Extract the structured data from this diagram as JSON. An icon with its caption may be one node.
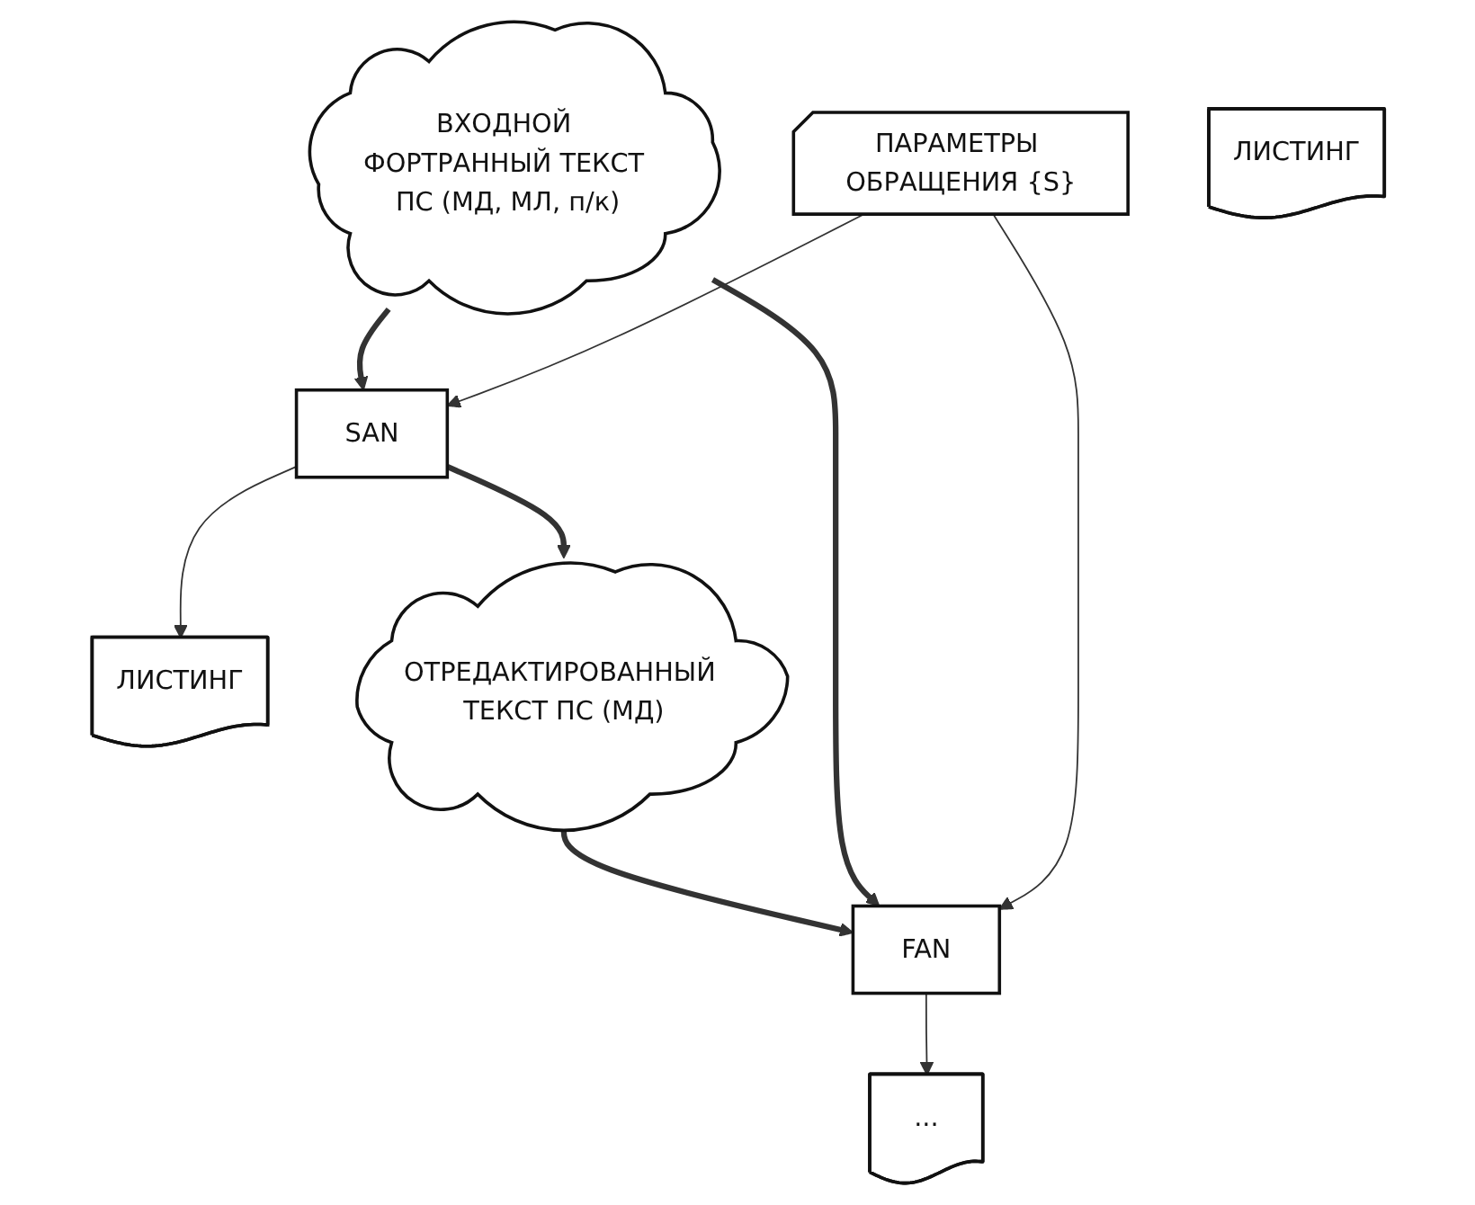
{
  "diagram": {
    "nodes": [
      {
        "text": [
          "ЛИСТИНГ"
        ]
      },
      {
        "text": [
          "SAN"
        ]
      },
      {
        "text": [
          "ОТРЕДАКТИРОВАННЫЙ ТЕКСТ ПС (МД)"
        ]
      },
      {
        "text": [
          "ПАРАМЕТРЫ ОБРАЩЕНИЯ {S}"
        ]
      },
      {
        "text": [
          "ВХОДНОЙ ФОРТРАННЫЙ ТЕКСТ ПС (МД, МЛ, п/к)"
        ]
      },
      {
        "text": [
          "FAN"
        ]
      },
      {
        "text": [
          "..."
        ]
      },
      {
        "text": [
          "ЛИСТИНГ"
        ]
      }
    ],
    "edges": [
      {
        "from": 1,
        "to": 0,
        "arrow": "to"
      },
      {
        "from": 1,
        "to": 2,
        "arrow": "to",
        "style": "thick"
      },
      {
        "from": 2,
        "to": 5,
        "arrow": "to",
        "style": "thick"
      },
      {
        "from": 4,
        "to": 1,
        "arrow": "to",
        "style": "thick"
      },
      {
        "from": 4,
        "to": 5,
        "arrow": "to",
        "style": "thick"
      },
      {
        "from": 3,
        "to": 1,
        "arrow": "to"
      },
      {
        "from": 3,
        "to": 5,
        "arrow": "to"
      },
      {
        "from": 5,
        "to": 6,
        "arrow": "to"
      }
    ]
  }
}
